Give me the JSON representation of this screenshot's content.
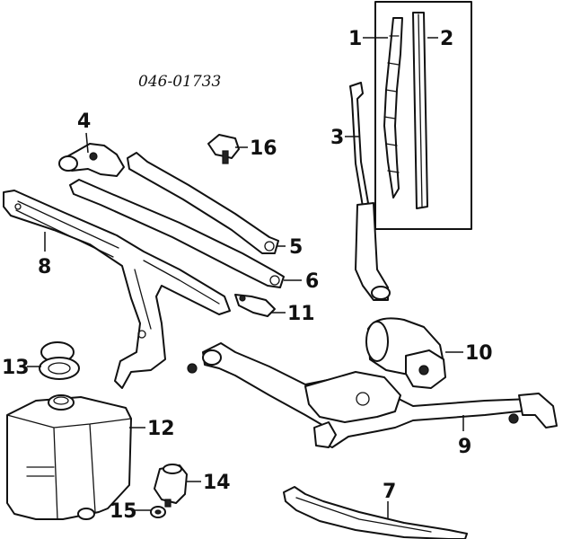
{
  "diagram": {
    "part_number": "046-01733",
    "callouts": {
      "c1": "1",
      "c2": "2",
      "c3": "3",
      "c4": "4",
      "c5": "5",
      "c6": "6",
      "c7": "7",
      "c8": "8",
      "c9": "9",
      "c10": "10",
      "c11": "11",
      "c12": "12",
      "c13": "13",
      "c14": "14",
      "c15": "15",
      "c16": "16"
    }
  }
}
